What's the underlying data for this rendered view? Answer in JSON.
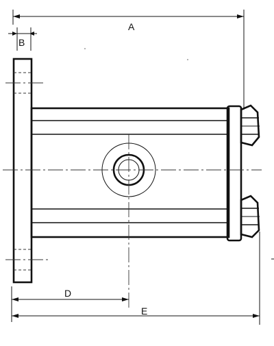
{
  "drawing": {
    "labels": {
      "a": "A",
      "b": "B",
      "d": "D",
      "e": "E"
    },
    "colors": {
      "ink": "#111111",
      "paper": "#ffffff"
    }
  }
}
